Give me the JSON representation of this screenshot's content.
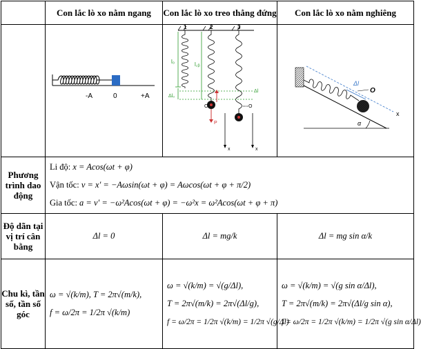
{
  "headers": {
    "col_horizontal": "Con lắc lò xo nằm ngang",
    "col_vertical": "Con lắc lò xo treo thẳng đứng",
    "col_incline": "Con lắc lò xo nằm nghiêng"
  },
  "fig_horizontal": {
    "neg": "-A",
    "zero": "0",
    "pos": "+A"
  },
  "fig_vertical": {
    "n1": "1",
    "n2": "2",
    "n3": "3",
    "l0": "l₀",
    "lcb": "l꜀ᵦ",
    "dl": "Δl",
    "dl0": "Δl₀",
    "O": "O",
    "x": "x",
    "P": "P"
  },
  "fig_incline": {
    "dl": "Δl",
    "O": "O",
    "x": "x",
    "alpha": "α"
  },
  "rows": {
    "eq_label": "Phương trình dao động",
    "dl_label": "Độ dãn tại vị trí cân bằng",
    "period_label": "Chu kì, tần số, tần số góc"
  },
  "equations": {
    "li_do": "Li độ:",
    "li_do_expr": "x = Acos(ωt + φ)",
    "van_toc": "Vận tốc:",
    "van_toc_expr": "v = x' = −Aωsin(ωt + φ) = Aωcos(ωt + φ + π/2)",
    "gia_toc": "Gia tốc:",
    "gia_toc_expr": "a = v' = −ω²Acos(ωt + φ) = −ω²x = ω²Acos(ωt + φ + π)"
  },
  "stretch": {
    "horizontal": "Δl = 0",
    "vertical": "Δl = mg/k",
    "incline": "Δl = mg sin α/k"
  },
  "formulas": {
    "omega_h": "ω = √(k/m), T = 2π√(m/k),",
    "f_h": "f = ω/2π = 1/2π √(k/m)",
    "omega_v": "ω = √(k/m) = √(g/Δl),",
    "T_v": "T = 2π√(m/k) = 2π√(Δl/g),",
    "f_v": "f = ω/2π = 1/2π √(k/m) = 1/2π √(g/Δl)",
    "omega_i": "ω = √(k/m) = √(g sin α/Δl),",
    "T_i": "T = 2π√(m/k) = 2π√(Δl/g sin α),",
    "f_i": "f = ω/2π = 1/2π √(k/m) = 1/2π √(g sin α/Δl)"
  }
}
